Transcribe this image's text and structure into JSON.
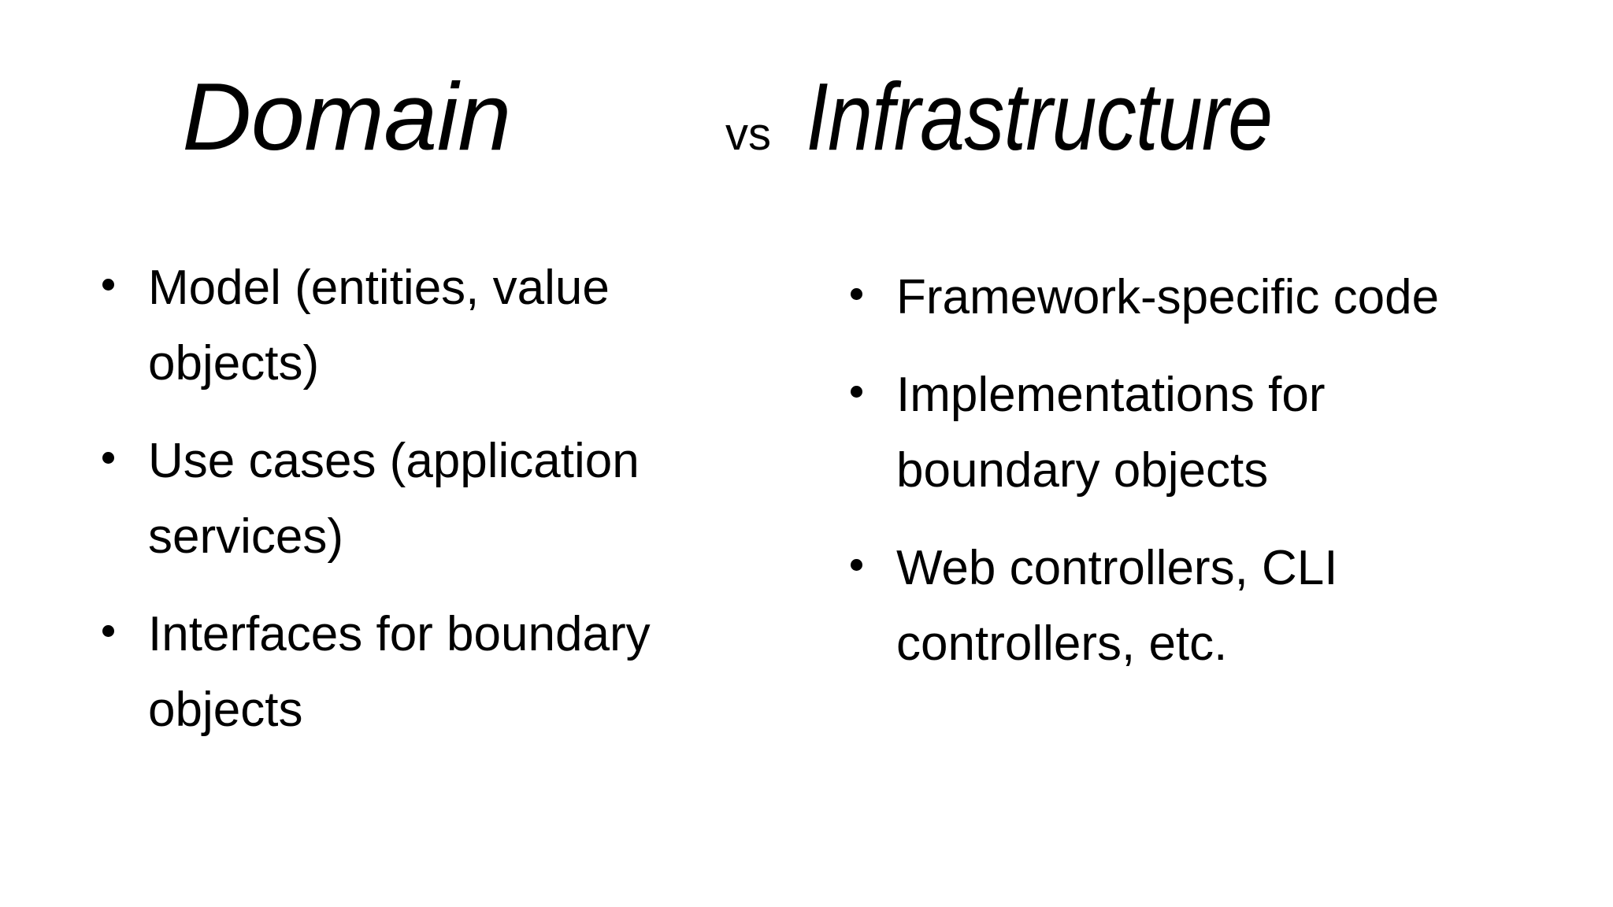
{
  "slide": {
    "background_color": "#ffffff",
    "text_color": "#000000",
    "title": {
      "left": "Domain",
      "separator": "vs",
      "right": "Infrastructure"
    },
    "columns": [
      {
        "name": "domain",
        "heading": "Domain",
        "bullets": [
          "Model (entities, value objects)",
          "Use cases (application services)",
          "Interfaces for boundary objects"
        ]
      },
      {
        "name": "infrastructure",
        "heading": "Infrastructure",
        "bullets": [
          "Framework-specific code",
          "Implementations for boundary objects",
          "Web controllers, CLI controllers, etc."
        ]
      }
    ]
  }
}
